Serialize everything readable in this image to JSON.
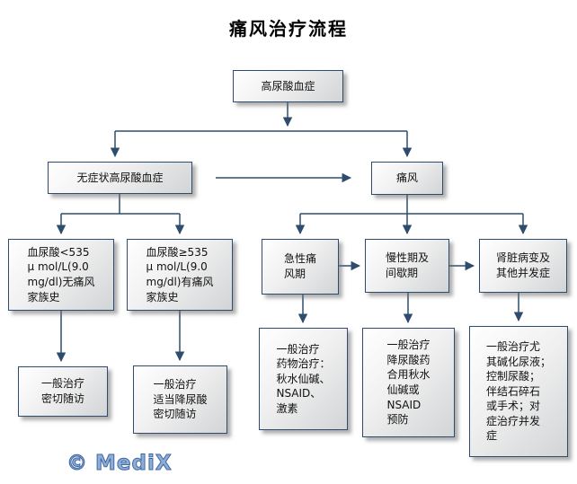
{
  "title": "痛风治疗流程",
  "flowchart": {
    "nodes": {
      "hyperuricemia": {
        "text": "高尿酸血症"
      },
      "asymptomatic": {
        "text": "无症状高尿酸血症"
      },
      "gout": {
        "text": "痛风"
      },
      "ua_low": {
        "text": "血尿酸<535\nμ mol/L(9.0\nmg/dl)无痛风\n家族史"
      },
      "ua_high": {
        "text": "血尿酸≥535\nμ mol/L(9.0\nmg/dl)有痛风\n家族史"
      },
      "acute": {
        "text": "急性痛\n风期"
      },
      "chronic": {
        "text": "慢性期及\n间歇期"
      },
      "renal": {
        "text": "肾脏病变及\n其他并发症"
      },
      "tx_followup": {
        "text": "一般治疗\n密切随访"
      },
      "tx_lower_ua": {
        "text": "一般治疗\n适当降尿酸\n密切随访"
      },
      "tx_acute": {
        "text": "一般治疗\n药物治疗：\n秋水仙碱、\nNSAID、\n激素"
      },
      "tx_chronic": {
        "text": "一般治疗\n降尿酸药\n合用秋水\n仙碱或\nNSAID\n预防"
      },
      "tx_renal": {
        "text": "一般治疗尤\n其碱化尿液；\n控制尿酸；\n伴结石碎石\n或手术；对\n症治疗并发\n症"
      }
    },
    "edges": [
      {
        "from": "hyperuricemia",
        "to": "asymptomatic"
      },
      {
        "from": "hyperuricemia",
        "to": "gout"
      },
      {
        "from": "asymptomatic",
        "to": "gout"
      },
      {
        "from": "asymptomatic",
        "to": "ua_low"
      },
      {
        "from": "asymptomatic",
        "to": "ua_high"
      },
      {
        "from": "gout",
        "to": "acute"
      },
      {
        "from": "gout",
        "to": "chronic"
      },
      {
        "from": "gout",
        "to": "renal"
      },
      {
        "from": "acute",
        "to": "chronic"
      },
      {
        "from": "chronic",
        "to": "renal"
      },
      {
        "from": "ua_low",
        "to": "tx_followup"
      },
      {
        "from": "ua_high",
        "to": "tx_lower_ua"
      },
      {
        "from": "acute",
        "to": "tx_acute"
      },
      {
        "from": "chronic",
        "to": "tx_chronic"
      },
      {
        "from": "renal",
        "to": "tx_renal"
      }
    ]
  },
  "watermark": {
    "symbol": "©",
    "name": "MediX"
  },
  "colors": {
    "box_border": "#2e4d6e",
    "box_fill_top": "#ffffff",
    "box_fill_bottom": "#d2d4d6",
    "arrow": "#2e4d6e",
    "logo_blue": "#8fadd6"
  }
}
